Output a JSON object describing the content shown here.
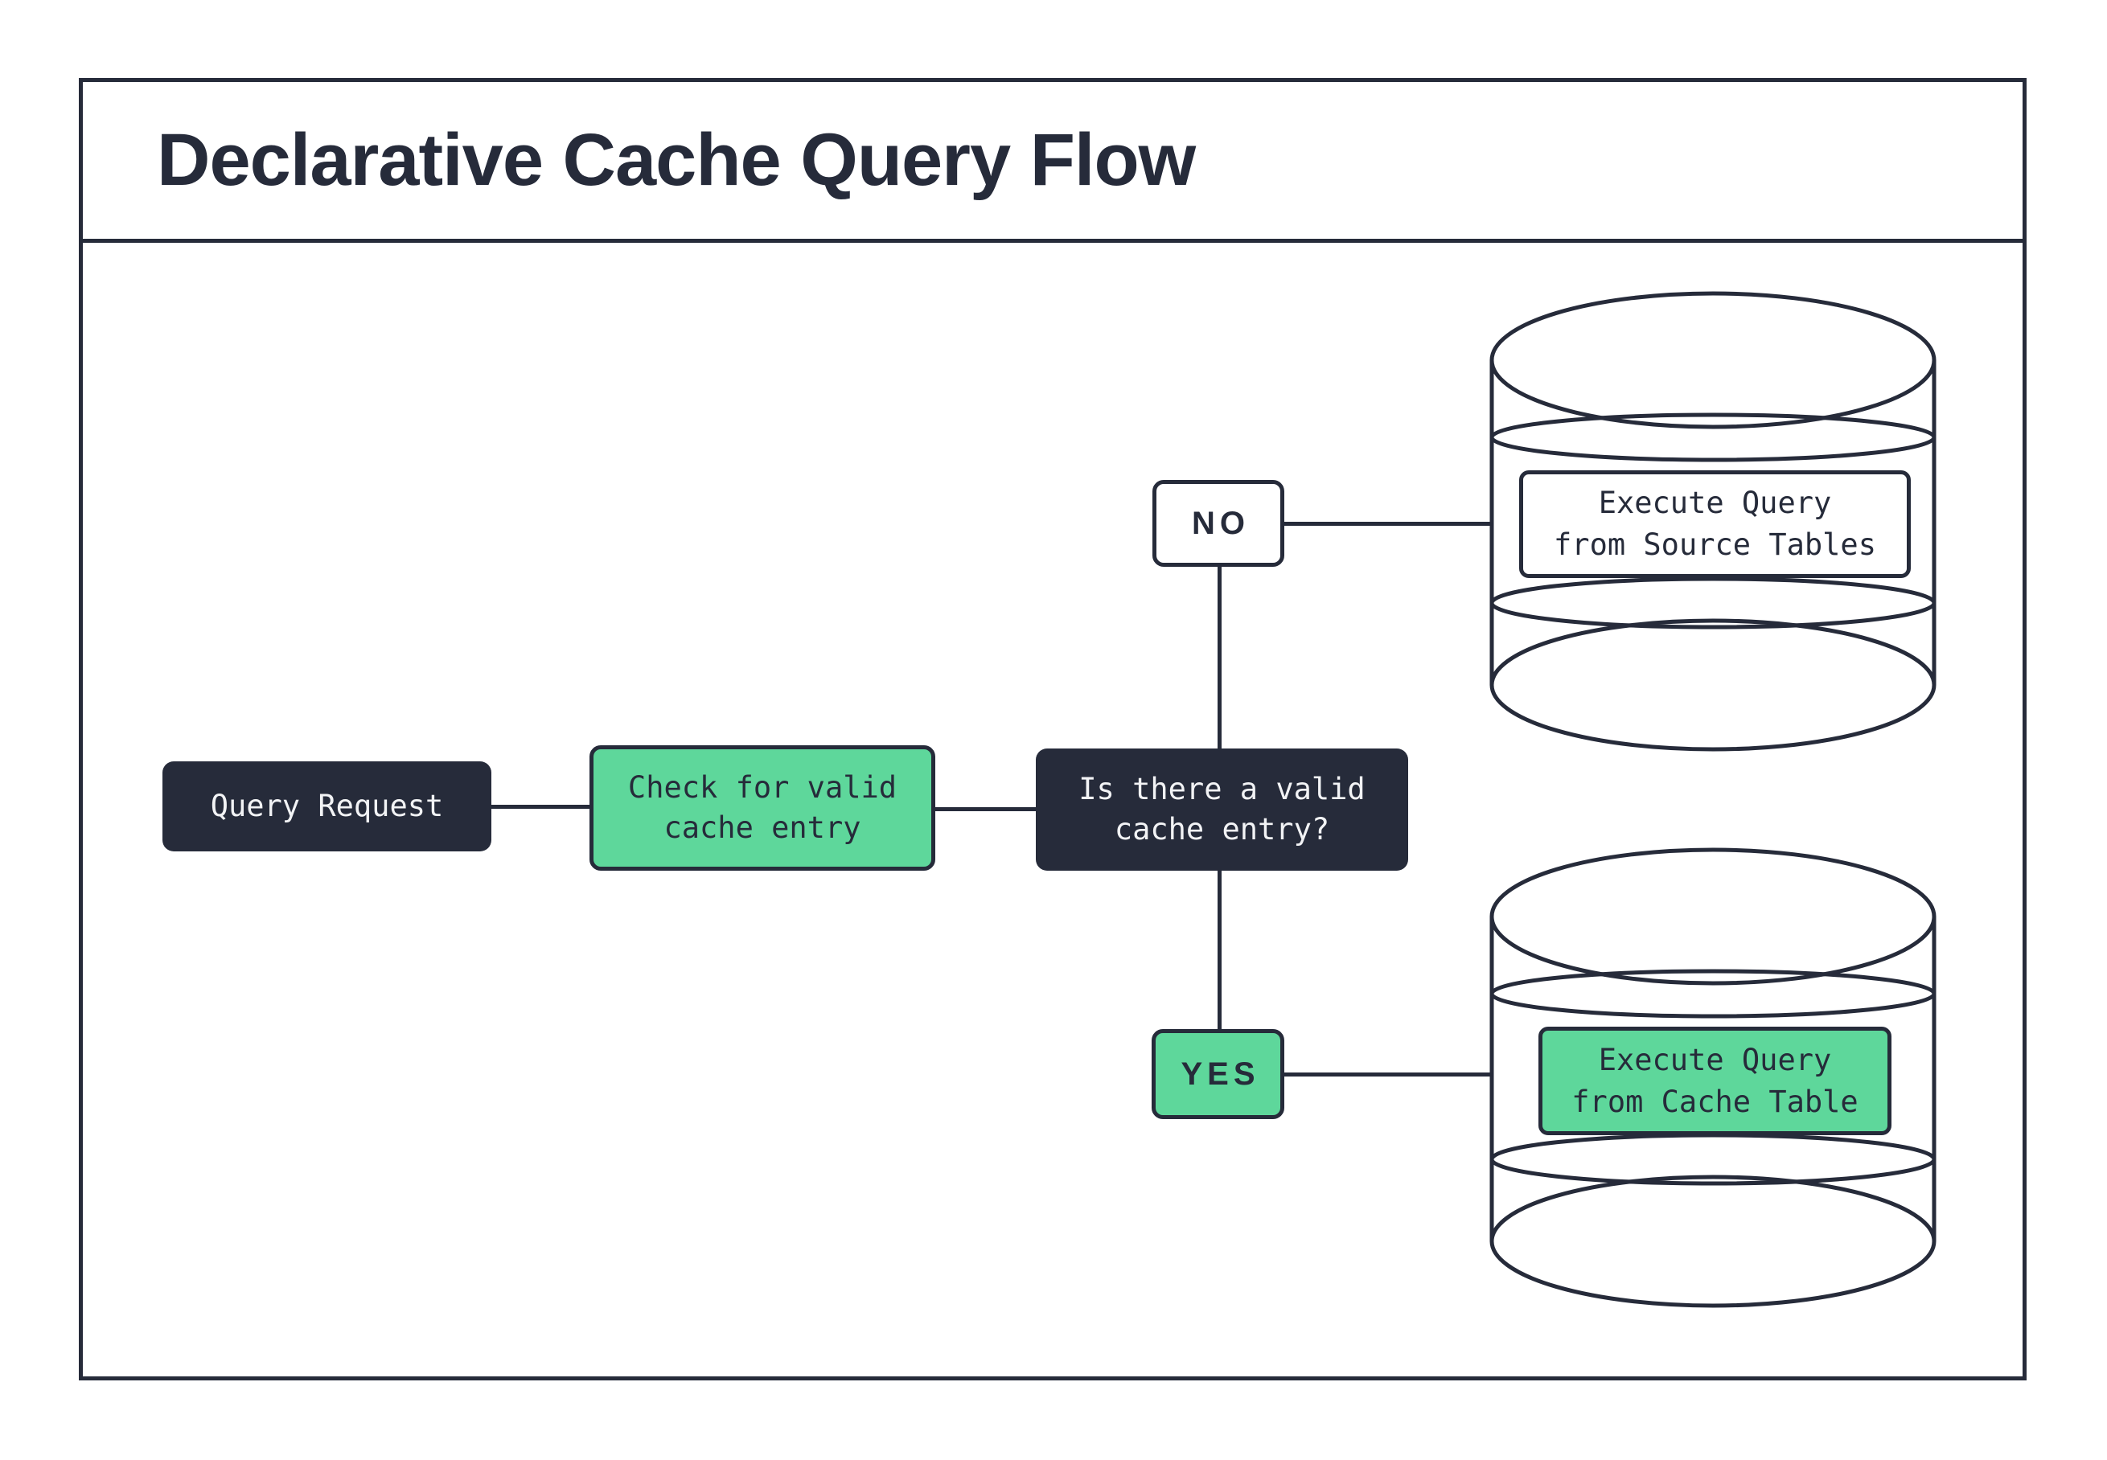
{
  "title": "Declarative Cache Query Flow",
  "nodes": {
    "query_request": "Query Request",
    "check_cache": "Check for valid\ncache entry",
    "decision": "Is there a valid\ncache entry?",
    "no_label": "NO",
    "yes_label": "YES",
    "execute_source": "Execute Query\nfrom Source Tables",
    "execute_cache": "Execute Query\nfrom Cache Table"
  },
  "icons": {
    "source_db": "database-cylinder-icon",
    "cache_db": "database-cylinder-icon"
  },
  "colors": {
    "ink": "#262b3a",
    "green": "#5ed79b",
    "paper": "#ffffff",
    "text_on_dark": "#f2f3f5"
  }
}
